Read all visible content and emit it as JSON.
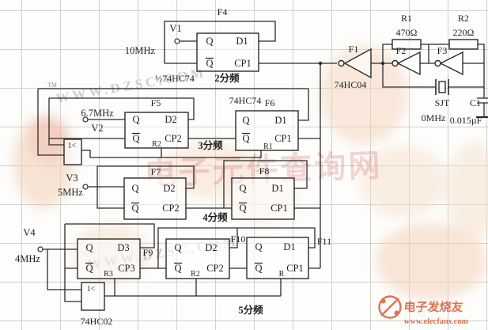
{
  "ffs": {
    "f4": {
      "name": "F4",
      "q": "Q",
      "qb": "Q",
      "d": "D1",
      "cp": "CP1"
    },
    "f5": {
      "name": "F5",
      "q": "Q",
      "qb": "Q",
      "d": "D2",
      "cp": "CP2",
      "r": "R2"
    },
    "f6": {
      "name": "F6",
      "q": "Q",
      "qb": "Q",
      "d": "D1",
      "cp": "CP1",
      "r": "R1"
    },
    "f7": {
      "name": "F7",
      "q": "Q",
      "qb": "Q",
      "d": "D2",
      "cp": "CP2"
    },
    "f8": {
      "name": "F8",
      "q": "Q",
      "qb": "Q",
      "d": "D1",
      "cp": "CP1"
    },
    "f9": {
      "name": "F9",
      "q": "Q",
      "qb": "Q",
      "d": "D3",
      "cp": "CP3",
      "r": "R3"
    },
    "f10": {
      "name": "F10",
      "q": "Q",
      "qb": "Q",
      "d": "D2",
      "cp": "CP2",
      "r": "R2"
    },
    "f11": {
      "name": "F11",
      "q": "Q",
      "qb": "Q",
      "d": "D1",
      "cp": "CP1",
      "r": "R"
    }
  },
  "inputs": {
    "v1": {
      "name": "V1",
      "freq": "10MHz"
    },
    "v2": {
      "name": "V2",
      "freq": "6.7MHz"
    },
    "v3": {
      "name": "V3",
      "freq": "5MHz"
    },
    "v4": {
      "name": "V4",
      "freq": "4MHz"
    }
  },
  "inverters": {
    "f1": "F1",
    "f2": "F2",
    "f3": "F3",
    "chip": "74HC04"
  },
  "gates": {
    "g1": "1<",
    "g2": "1<",
    "chip": "74HC02"
  },
  "chips": {
    "half74": "½74HC74",
    "hc74": "74HC74"
  },
  "dividers": {
    "d2": "2分频",
    "d3": "3分频",
    "d4": "4分频",
    "d5": "5分频"
  },
  "parts": {
    "r1": "R1",
    "r1_val": "470Ω",
    "r2": "R2",
    "r2_val": "220Ω",
    "xtal": "SJT",
    "xtal_freq": "0MHz",
    "c1": "C1",
    "c1_val": "0.015µF"
  },
  "watermarks": {
    "dzsc": "WWW.DZSC.COM",
    "tm": "TM",
    "stamp": "电子元件查询网",
    "elecfans": "电子发烧友",
    "elecfans_url": "www.elecfans.com"
  },
  "colors": {
    "wire": "#2b2b2b",
    "grid": "#cfd2cf",
    "accent": "#d4502a",
    "stamp": "#cc4a4a"
  }
}
